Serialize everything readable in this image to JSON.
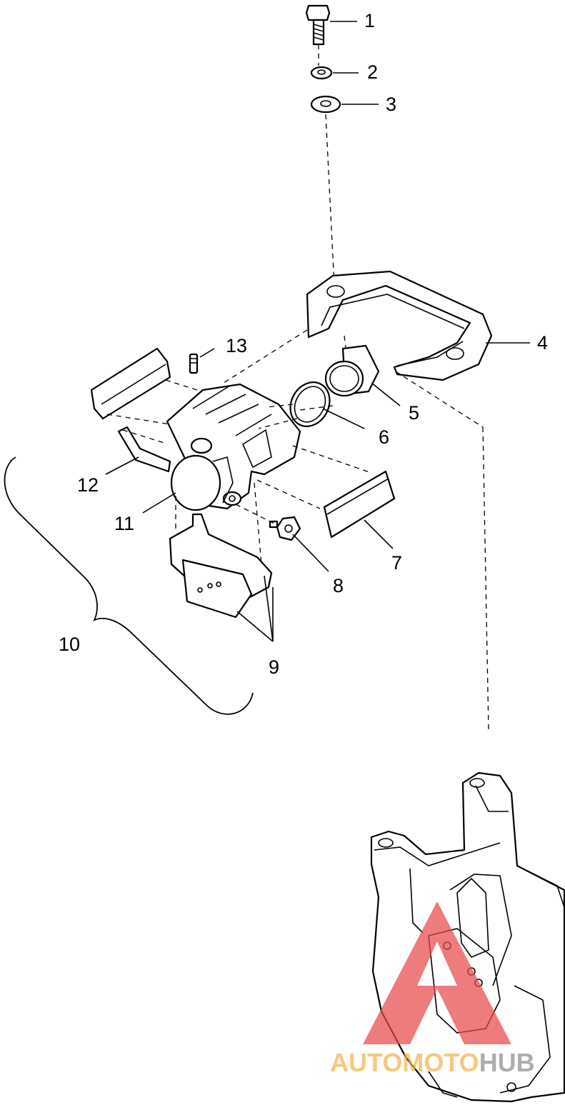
{
  "callouts": [
    "1",
    "2",
    "3",
    "4",
    "5",
    "6",
    "7",
    "8",
    "9",
    "10",
    "11",
    "12",
    "13"
  ],
  "watermark": {
    "text_auto": "AUTO",
    "text_moto": "MOTO",
    "text_hub": "HUB",
    "colors": {
      "auto": "#f3b24a",
      "moto": "#f3b24a",
      "hub": "#8e8e8e",
      "triangle": "#e84a4a"
    }
  }
}
